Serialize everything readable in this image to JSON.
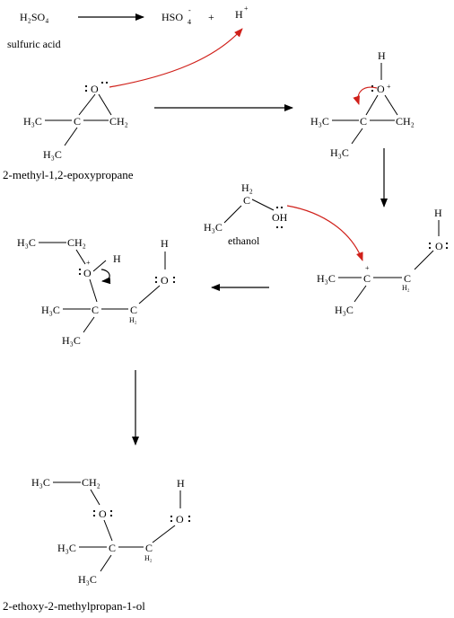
{
  "reaction": {
    "h2so4": "H₂SO₄",
    "hso4": "HSO",
    "hso4_charge": "-",
    "hso4_sub": "4",
    "plus": "+",
    "hplus": "H",
    "hplus_charge": "+",
    "acid_caption": "sulfuric acid"
  },
  "epoxide": {
    "oxygen": "O",
    "ch3": "H₃C",
    "ch2": "CH₂",
    "carbon": "C",
    "ch3_lower": "H₃C",
    "caption": "2-methyl-1,2-epoxypropane"
  },
  "protonated": {
    "h": "H",
    "oxygen": "O",
    "charge": "+",
    "ch3": "H₃C",
    "carbon": "C",
    "ch2": "CH₂",
    "ch3_lower": "H₃C"
  },
  "ethanol": {
    "h2": "H₂",
    "c": "C",
    "h3c": "H₃C",
    "oh": "OH",
    "caption": "ethanol"
  },
  "carbocation": {
    "h": "H",
    "oxygen": "O",
    "ch3": "H₃C",
    "carbon": "C",
    "charge": "+",
    "c_lower": "C",
    "h2": "H₂",
    "ch3_lower": "H₃C"
  },
  "oxonium": {
    "h3c": "H₃C",
    "ch2": "CH₂",
    "oxygen": "O",
    "charge": "+",
    "h": "H",
    "h_oh": "H",
    "o_oh": "O",
    "ch3": "H₃C",
    "carbon": "C",
    "c_lower": "C",
    "h2": "H₂",
    "ch3_lower": "H₃C"
  },
  "product": {
    "h3c": "H₃C",
    "ch2": "CH₂",
    "oxygen": "O",
    "h": "H",
    "o_oh": "O",
    "ch3": "H₃C",
    "carbon": "C",
    "c_lower": "C",
    "h2": "H₂",
    "ch3_lower": "H₃C",
    "caption": "2-ethoxy-2-methylpropan-1-ol"
  },
  "colors": {
    "arrow_red": "#d0201a",
    "ink": "#000000"
  }
}
